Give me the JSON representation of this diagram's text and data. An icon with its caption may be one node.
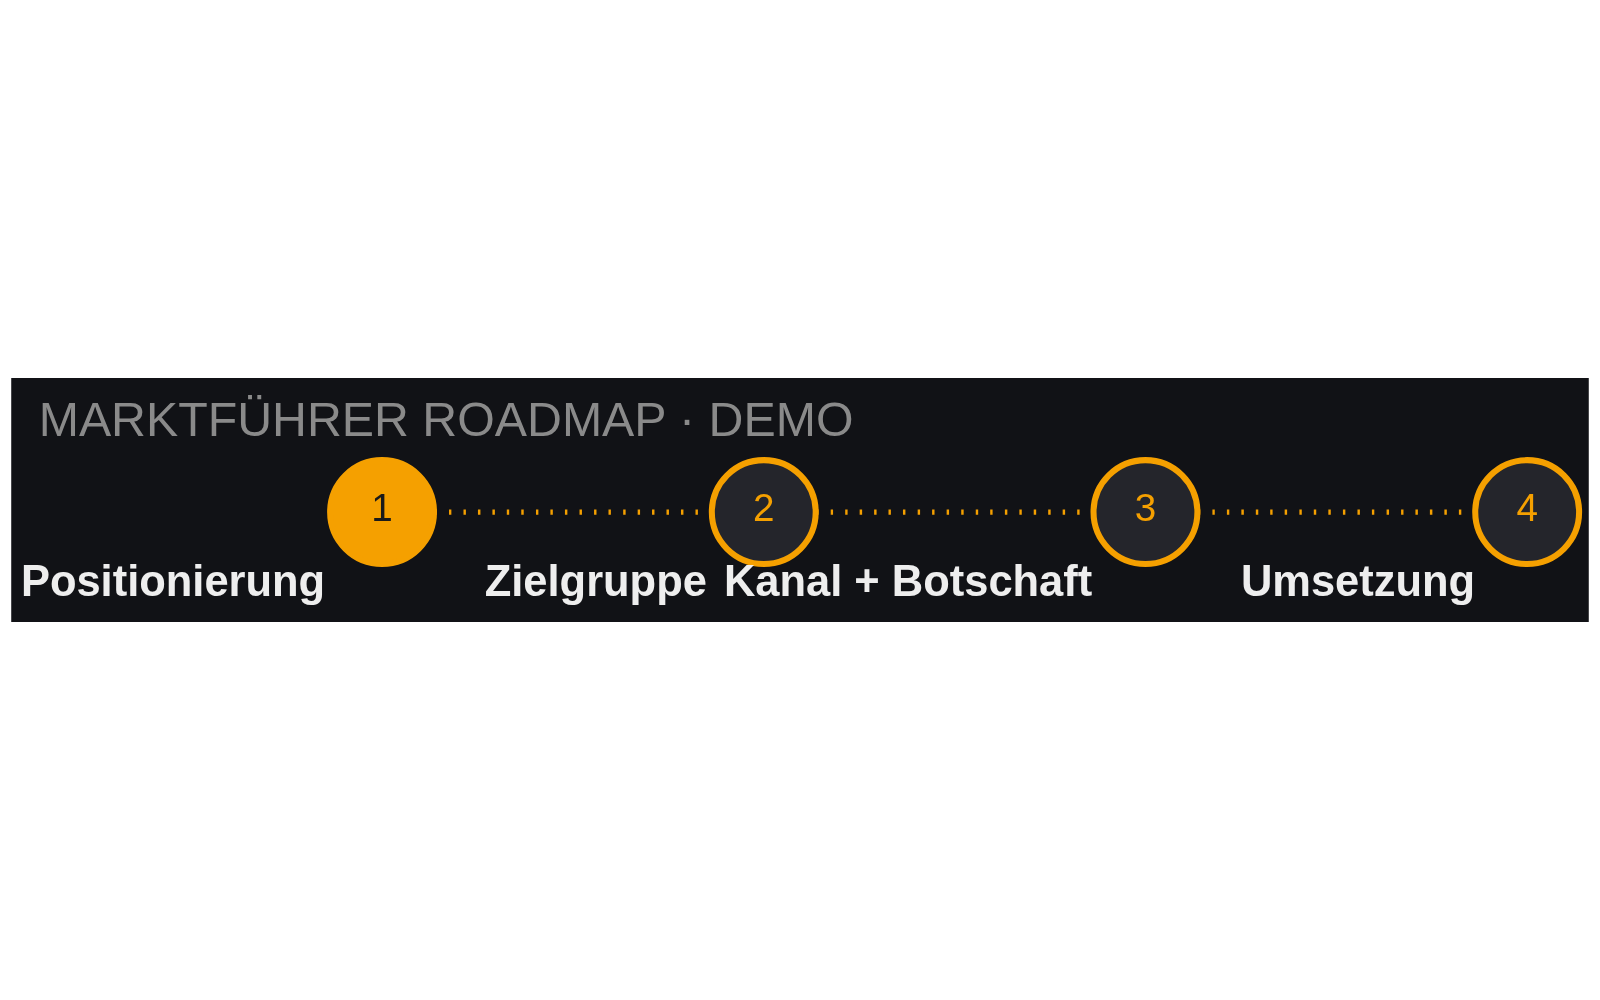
{
  "diagram": {
    "title": "MARKTFÜHRER ROADMAP · DEMO",
    "nodes": [
      {
        "text": [
          "1"
        ],
        "beside": [
          "Positionierung"
        ]
      },
      {
        "text": [
          "2"
        ],
        "beside": [
          "Zielgruppe"
        ]
      },
      {
        "text": [
          "3"
        ],
        "beside": [
          "Kanal + Botschaft"
        ]
      },
      {
        "text": [
          "4"
        ],
        "beside": [
          "Umsetzung"
        ]
      }
    ],
    "edges": [
      {
        "from": 0,
        "to": 1,
        "arrow": "none",
        "style": "dashed"
      },
      {
        "from": 1,
        "to": 2,
        "arrow": "none",
        "style": "dashed"
      },
      {
        "from": 2,
        "to": 3,
        "arrow": "none",
        "style": "dashed"
      }
    ]
  }
}
